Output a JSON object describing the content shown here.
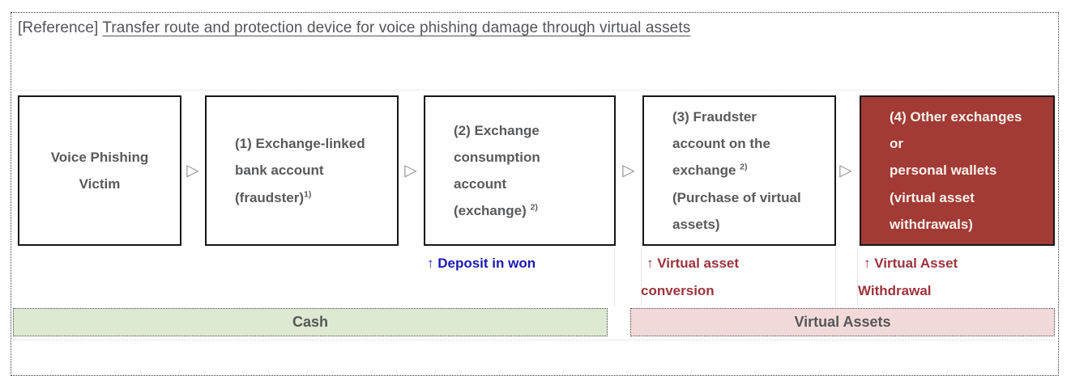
{
  "title": {
    "prefix": "[Reference] ",
    "link_text": "Transfer route and protection device for voice phishing damage through virtual assets"
  },
  "flow": {
    "arrow_glyph": "▷",
    "boxes": [
      {
        "name": "voice-phishing-victim",
        "lines": [
          [
            {
              "t": "Voice Phishing"
            }
          ],
          [
            {
              "t": "Victim"
            }
          ]
        ]
      },
      {
        "name": "exchange-linked-bank-account",
        "lines": [
          [
            {
              "t": "(1) Exchange-linked"
            }
          ],
          [
            {
              "t": "bank account"
            }
          ],
          [
            {
              "t": "(fraudster)"
            },
            {
              "t": "1)",
              "sup": true
            }
          ]
        ]
      },
      {
        "name": "exchange-consumption-account",
        "lines": [
          [
            {
              "t": "(2) Exchange"
            }
          ],
          [
            {
              "t": "consumption"
            }
          ],
          [
            {
              "t": "account"
            }
          ],
          [
            {
              "t": "(exchange) "
            },
            {
              "t": "2)",
              "sup": true
            }
          ]
        ]
      },
      {
        "name": "fraudster-account-on-exchange",
        "lines": [
          [
            {
              "t": "(3) Fraudster"
            }
          ],
          [
            {
              "t": "account on the"
            }
          ],
          [
            {
              "t": "exchange "
            },
            {
              "t": "2)",
              "sup": true
            }
          ],
          [
            {
              "t": "(Purchase of virtual"
            }
          ],
          [
            {
              "t": "assets)"
            }
          ]
        ]
      },
      {
        "name": "other-exchanges-or-personal-wallets",
        "lines": [
          [
            {
              "t": "(4) Other exchanges"
            }
          ],
          [
            {
              "t": "or"
            }
          ],
          [
            {
              "t": "personal wallets"
            }
          ],
          [
            {
              "t": "(virtual asset"
            }
          ],
          [
            {
              "t": "withdrawals)"
            }
          ]
        ]
      }
    ]
  },
  "annotations": [
    {
      "text": "↑ Deposit in won",
      "tone": "blue"
    },
    {
      "text": "↑ Virtual asset conversion",
      "tone": "red"
    },
    {
      "text": "↑ Virtual Asset Withdrawal",
      "tone": "red"
    }
  ],
  "bands": [
    {
      "label": "Cash",
      "tone": "green"
    },
    {
      "label": "Virtual Assets",
      "tone": "pink"
    }
  ],
  "colors": {
    "title_text": "#54555a",
    "box_border": "#161616",
    "box_text": "#595a5c",
    "highlight_box_bg": "#a23a35",
    "highlight_box_text": "#f7f2ec",
    "arrow": "#8e9093",
    "annotation_blue": "#1c1cb2",
    "annotation_red": "#9c343c",
    "band_green_bg": "#dde9d0",
    "band_pink_bg": "#f3dada",
    "band_text": "#565758"
  }
}
